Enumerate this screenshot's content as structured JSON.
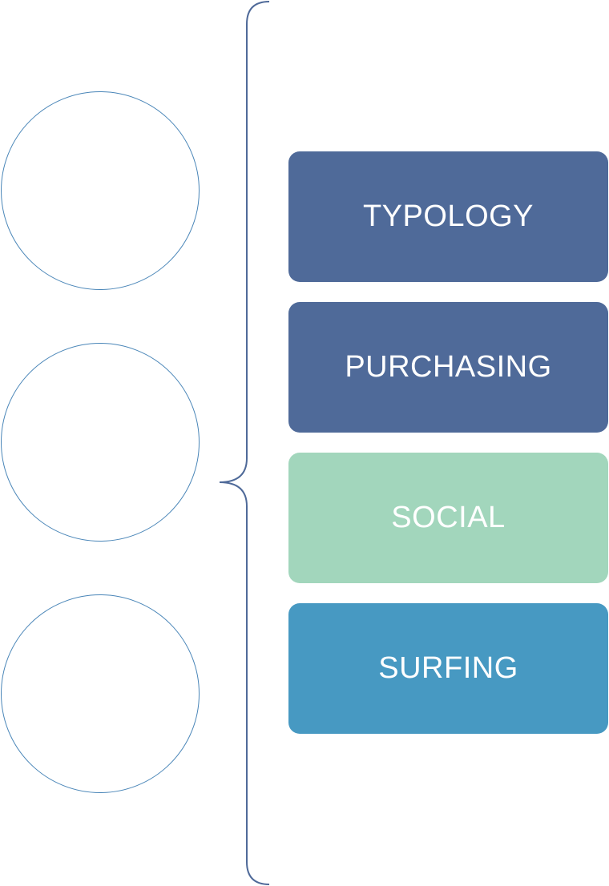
{
  "categories": [
    {
      "label": "TYPOLOGY",
      "color": "#4f6a99"
    },
    {
      "label": "PURCHASING",
      "color": "#4f6a99"
    },
    {
      "label": "SOCIAL",
      "color": "#a2d6bc"
    },
    {
      "label": "SURFING",
      "color": "#4799c2"
    }
  ],
  "circles": [
    {
      "label": ""
    },
    {
      "label": ""
    },
    {
      "label": ""
    }
  ],
  "colors": {
    "circle_stroke": "#4a86b8",
    "brace_stroke": "#4f6a99"
  }
}
